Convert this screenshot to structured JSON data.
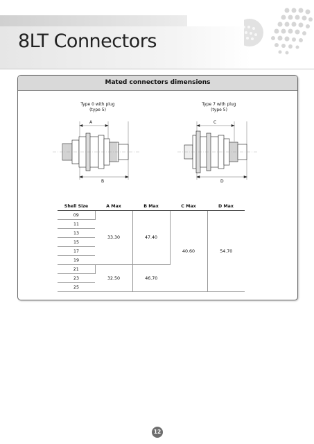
{
  "header": {
    "title": "8LT Connectors"
  },
  "panel": {
    "title": "Mated connectors dimensions",
    "left_figure": {
      "caption_line1": "Type 0 with plug",
      "caption_line2": "(type 5)",
      "dim_top": "A",
      "dim_bottom": "B"
    },
    "right_figure": {
      "caption_line1": "Type 7 with plug",
      "caption_line2": "(type 5)",
      "dim_top": "C",
      "dim_bottom": "D"
    }
  },
  "table": {
    "headers": [
      "Shell Size",
      "A Max",
      "B Max",
      "C Max",
      "D Max"
    ],
    "shell_sizes": [
      "09",
      "11",
      "13",
      "15",
      "17",
      "19",
      "21",
      "23",
      "25"
    ],
    "a_max_small": "33.30",
    "b_max_small": "47.40",
    "a_max_large": "32.50",
    "b_max_large": "46.70",
    "c_max": "40.60",
    "d_max": "54.70"
  },
  "footer": {
    "page_number": "12"
  },
  "colors": {
    "panel_header": "#d9d9d9",
    "page_badge": "#6e6e6e"
  }
}
